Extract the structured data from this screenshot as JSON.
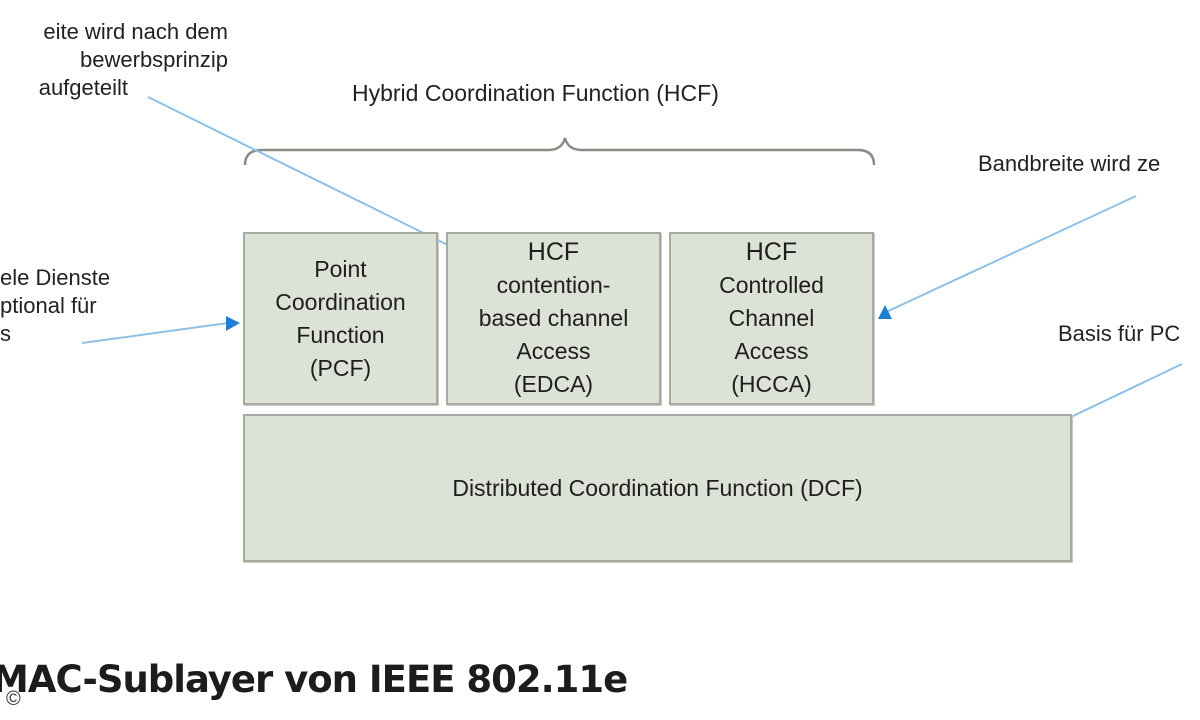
{
  "diagram": {
    "hcf_label": "Hybrid Coordination Function (HCF)",
    "boxes": {
      "pcf": [
        "Point",
        "Coordination",
        "Function",
        "(PCF)"
      ],
      "edca": [
        "HCF",
        "contention-",
        "based channel",
        "Access",
        "(EDCA)"
      ],
      "hcca": [
        "HCF",
        "Controlled",
        "Channel",
        "Access",
        "(HCCA)"
      ],
      "dcf": "Distributed Coordination Function (DCF)"
    },
    "annotations": {
      "top_left": [
        "eite wird nach dem",
        "bewerbsprinzip",
        "aufgeteilt"
      ],
      "mid_left": [
        "ele Dienste",
        "ptional für",
        "s"
      ],
      "right_top": "Bandbreite wird ze",
      "right_mid": "Basis für PC"
    },
    "colors": {
      "box_fill": "#dde2d6",
      "box_border": "#a6aaa0",
      "arrow": "#5a9fd4",
      "arrowhead": "#1f7fd0"
    }
  },
  "caption": "MAC-Sublayer von IEEE 802.11e",
  "copyright_symbol": "©"
}
